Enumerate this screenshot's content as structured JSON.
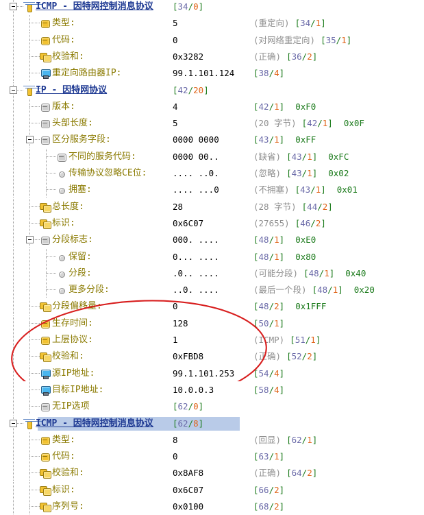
{
  "window": {
    "title": "Packet decode tree",
    "selected_row_index": 26,
    "colors": {
      "protocol_label": "#1f3a93",
      "field_label": "#8a7a00",
      "value": "#000000",
      "comment": "#8f8f8f",
      "bracket": "#1a7a1a",
      "offset": "#6a6aa8",
      "length": "#e0651a",
      "hex_mask": "#1a7a1a",
      "selection": "#b9cbe8",
      "annotation": "#d81f1f"
    }
  },
  "annotation": {
    "shape": "ellipse",
    "color": "#d81f1f",
    "note": "red hand-drawn ellipse around the second ICMP block"
  },
  "rows": [
    {
      "indent": 0,
      "type": "protocol",
      "icon": "protocol-icon",
      "expander": "collapse",
      "label": "ICMP - 因特网控制消息协议",
      "value": "",
      "comment": "",
      "offset": "34",
      "length": "0",
      "hex": ""
    },
    {
      "indent": 1,
      "type": "field",
      "icon": "gold-chip-icon",
      "expander": "none",
      "label": "类型:",
      "value": "5",
      "comment": "(重定向)",
      "offset": "34",
      "length": "1",
      "hex": ""
    },
    {
      "indent": 1,
      "type": "field",
      "icon": "gold-chip-icon",
      "expander": "none",
      "label": "代码:",
      "value": "0",
      "comment": "(对网络重定向)",
      "offset": "35",
      "length": "1",
      "hex": ""
    },
    {
      "indent": 1,
      "type": "field",
      "icon": "gold-stack-icon",
      "expander": "none",
      "label": "校验和:",
      "value": "0x3282",
      "comment": "(正确)",
      "offset": "36",
      "length": "2",
      "hex": ""
    },
    {
      "indent": 1,
      "type": "field",
      "icon": "monitor-icon",
      "expander": "none",
      "label": "重定向路由器IP:",
      "value": "99.1.101.124",
      "comment": "",
      "offset": "38",
      "length": "4",
      "hex": ""
    },
    {
      "indent": 0,
      "type": "protocol",
      "icon": "protocol-icon",
      "expander": "collapse",
      "label": "IP - 因特网协议",
      "value": "",
      "comment": "",
      "offset": "42",
      "length": "20",
      "hex": ""
    },
    {
      "indent": 1,
      "type": "field",
      "icon": "gray-chip-icon",
      "expander": "none",
      "label": "版本:",
      "value": "4",
      "comment": "",
      "offset": "42",
      "length": "1",
      "hex": "0xF0"
    },
    {
      "indent": 1,
      "type": "field",
      "icon": "gray-chip-icon",
      "expander": "none",
      "label": "头部长度:",
      "value": "5",
      "comment": "(20 字节)",
      "offset": "42",
      "length": "1",
      "hex": "0x0F"
    },
    {
      "indent": 1,
      "type": "field",
      "icon": "gray-chip-icon",
      "expander": "collapse",
      "label": "区分服务字段:",
      "value": "0000 0000",
      "comment": "",
      "offset": "43",
      "length": "1",
      "hex": "0xFF"
    },
    {
      "indent": 2,
      "type": "field",
      "icon": "gray-chip-icon",
      "expander": "none",
      "label": "不同的服务代码:",
      "value": "0000 00..",
      "comment": "(缺省)",
      "offset": "43",
      "length": "1",
      "hex": "0xFC"
    },
    {
      "indent": 2,
      "type": "bit",
      "icon": "gray-ball-icon",
      "expander": "none",
      "label": "传输协议忽略CE位:",
      "value": ".... ..0.",
      "comment": "(忽略)",
      "offset": "43",
      "length": "1",
      "hex": "0x02"
    },
    {
      "indent": 2,
      "type": "bit",
      "icon": "gray-ball-icon",
      "expander": "none",
      "label": "拥塞:",
      "value": ".... ...0",
      "comment": "(不拥塞)",
      "offset": "43",
      "length": "1",
      "hex": "0x01"
    },
    {
      "indent": 1,
      "type": "field",
      "icon": "gold-stack-icon",
      "expander": "none",
      "label": "总长度:",
      "value": "28",
      "comment": "(28 字节)",
      "offset": "44",
      "length": "2",
      "hex": ""
    },
    {
      "indent": 1,
      "type": "field",
      "icon": "gold-stack-icon",
      "expander": "none",
      "label": "标识:",
      "value": "0x6C07",
      "comment": "(27655)",
      "offset": "46",
      "length": "2",
      "hex": ""
    },
    {
      "indent": 1,
      "type": "field",
      "icon": "gray-chip-icon",
      "expander": "collapse",
      "label": "分段标志:",
      "value": "000. ....",
      "comment": "",
      "offset": "48",
      "length": "1",
      "hex": "0xE0"
    },
    {
      "indent": 2,
      "type": "bit",
      "icon": "gray-ball-icon",
      "expander": "none",
      "label": "保留:",
      "value": "0... ....",
      "comment": "",
      "offset": "48",
      "length": "1",
      "hex": "0x80"
    },
    {
      "indent": 2,
      "type": "bit",
      "icon": "gray-ball-icon",
      "expander": "none",
      "label": "分段:",
      "value": ".0.. ....",
      "comment": "(可能分段)",
      "offset": "48",
      "length": "1",
      "hex": "0x40"
    },
    {
      "indent": 2,
      "type": "bit",
      "icon": "gray-ball-icon",
      "expander": "none",
      "label": "更多分段:",
      "value": "..0. ....",
      "comment": "(最后一个段)",
      "offset": "48",
      "length": "1",
      "hex": "0x20"
    },
    {
      "indent": 1,
      "type": "field",
      "icon": "gold-stack-icon",
      "expander": "none",
      "label": "分段偏移量:",
      "value": "0",
      "comment": "",
      "offset": "48",
      "length": "2",
      "hex": "0x1FFF"
    },
    {
      "indent": 1,
      "type": "field",
      "icon": "gold-chip-icon",
      "expander": "none",
      "label": "生存时间:",
      "value": "128",
      "comment": "",
      "offset": "50",
      "length": "1",
      "hex": ""
    },
    {
      "indent": 1,
      "type": "field",
      "icon": "gold-chip-icon",
      "expander": "none",
      "label": "上层协议:",
      "value": "1",
      "comment": "(ICMP)",
      "offset": "51",
      "length": "1",
      "hex": ""
    },
    {
      "indent": 1,
      "type": "field",
      "icon": "gold-stack-icon",
      "expander": "none",
      "label": "校验和:",
      "value": "0xFBD8",
      "comment": "(正确)",
      "offset": "52",
      "length": "2",
      "hex": ""
    },
    {
      "indent": 1,
      "type": "field",
      "icon": "monitor-icon",
      "expander": "none",
      "label": "源IP地址:",
      "value": "99.1.101.253",
      "comment": "",
      "offset": "54",
      "length": "4",
      "hex": ""
    },
    {
      "indent": 1,
      "type": "field",
      "icon": "monitor-icon",
      "expander": "none",
      "label": "目标IP地址:",
      "value": "10.0.0.3",
      "comment": "",
      "offset": "58",
      "length": "4",
      "hex": ""
    },
    {
      "indent": 1,
      "type": "field",
      "icon": "gray-chip-icon",
      "expander": "none",
      "label": "无IP选项",
      "value": "",
      "comment": "",
      "offset": "62",
      "length": "0",
      "hex": "",
      "offset_at_value": true
    },
    {
      "indent": 0,
      "type": "protocol",
      "icon": "protocol-icon",
      "expander": "collapse",
      "label": "ICMP - 因特网控制消息协议",
      "value": "",
      "comment": "",
      "offset": "62",
      "length": "8",
      "hex": "",
      "selected": true,
      "offset_at_value": true
    },
    {
      "indent": 1,
      "type": "field",
      "icon": "gold-chip-icon",
      "expander": "none",
      "label": "类型:",
      "value": "8",
      "comment": "(回显)",
      "offset": "62",
      "length": "1",
      "hex": ""
    },
    {
      "indent": 1,
      "type": "field",
      "icon": "gold-chip-icon",
      "expander": "none",
      "label": "代码:",
      "value": "0",
      "comment": "",
      "offset": "63",
      "length": "1",
      "hex": ""
    },
    {
      "indent": 1,
      "type": "field",
      "icon": "gold-stack-icon",
      "expander": "none",
      "label": "校验和:",
      "value": "0x8AF8",
      "comment": "(正确)",
      "offset": "64",
      "length": "2",
      "hex": ""
    },
    {
      "indent": 1,
      "type": "field",
      "icon": "gold-stack-icon",
      "expander": "none",
      "label": "标识:",
      "value": "0x6C07",
      "comment": "",
      "offset": "66",
      "length": "2",
      "hex": ""
    },
    {
      "indent": 1,
      "type": "field",
      "icon": "gold-stack-icon",
      "expander": "none",
      "label": "序列号:",
      "value": "0x0100",
      "comment": "",
      "offset": "68",
      "length": "2",
      "hex": ""
    }
  ]
}
